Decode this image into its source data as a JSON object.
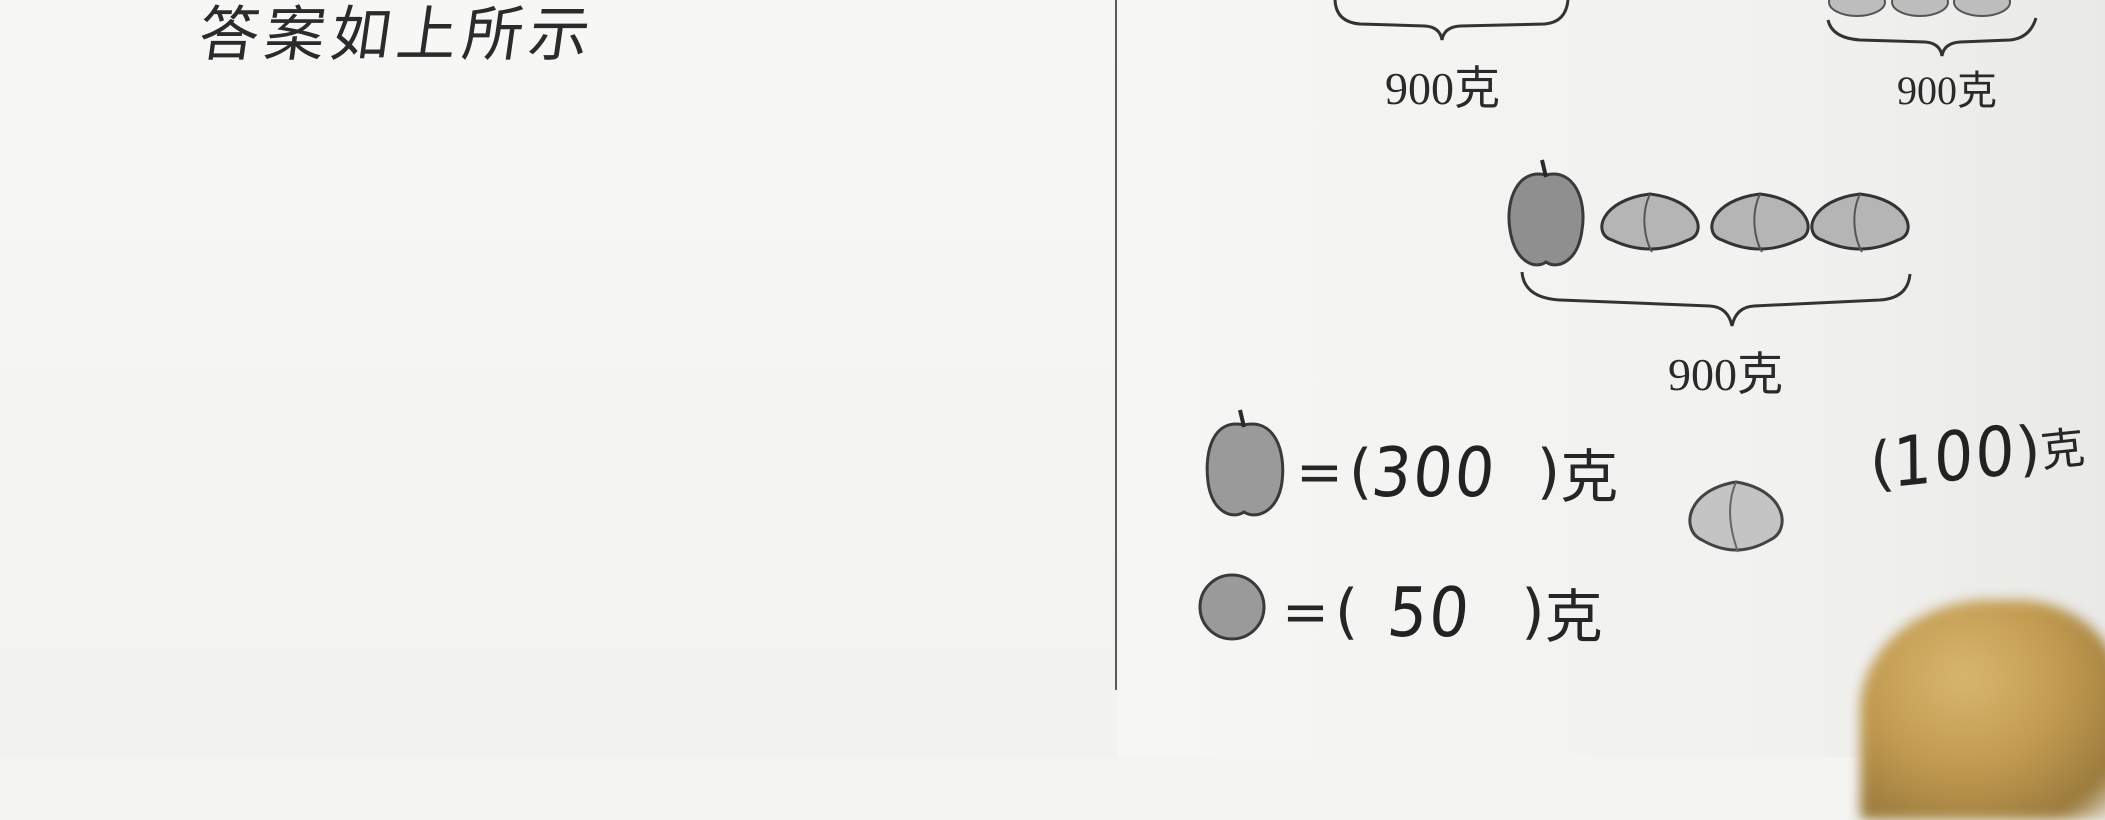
{
  "handwriting_top": "答案如上所示",
  "labels": {
    "weight_top_left": "900克",
    "weight_top_right": "900克",
    "weight_middle": "900克"
  },
  "equations": [
    {
      "item": "apple-icon",
      "equals": "=",
      "open": "(",
      "answer": "300",
      "close": ")",
      "unit": "克"
    },
    {
      "item": "peach-icon",
      "equals": "",
      "open": "(",
      "answer": "100",
      "close": ")",
      "unit": "克"
    },
    {
      "item": "orange-icon",
      "equals": "=",
      "open": "(",
      "answer": "50",
      "close": ")",
      "unit": "克"
    }
  ],
  "colors": {
    "ink": "#262626",
    "fruit_gray": "#9a9a9a",
    "thumb": "#c19a4f"
  }
}
